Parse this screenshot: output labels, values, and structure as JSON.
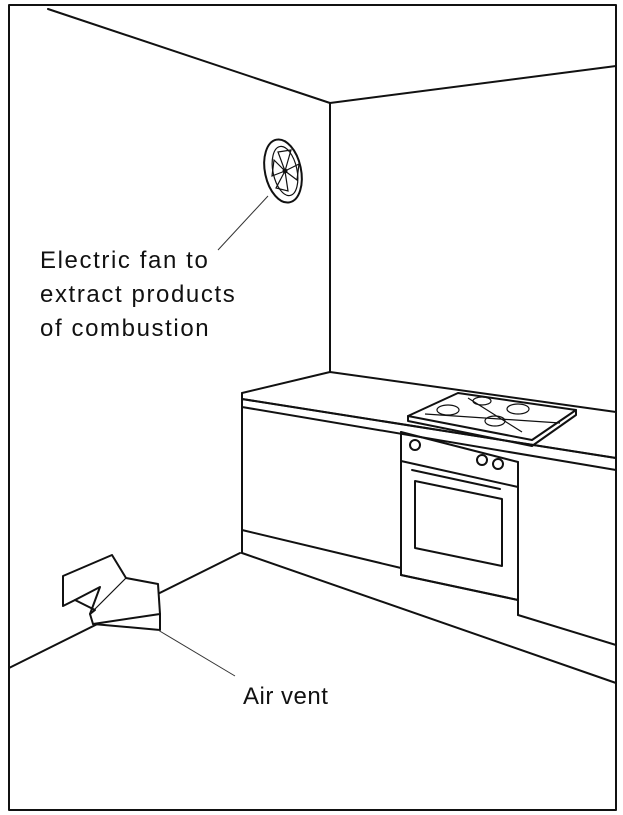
{
  "labels": {
    "fan_line_1": "Electric fan to",
    "fan_line_2": "extract products",
    "fan_line_3": "of combustion",
    "air_vent": "Air vent"
  },
  "colors": {
    "line": "#111111",
    "background": "#ffffff"
  }
}
